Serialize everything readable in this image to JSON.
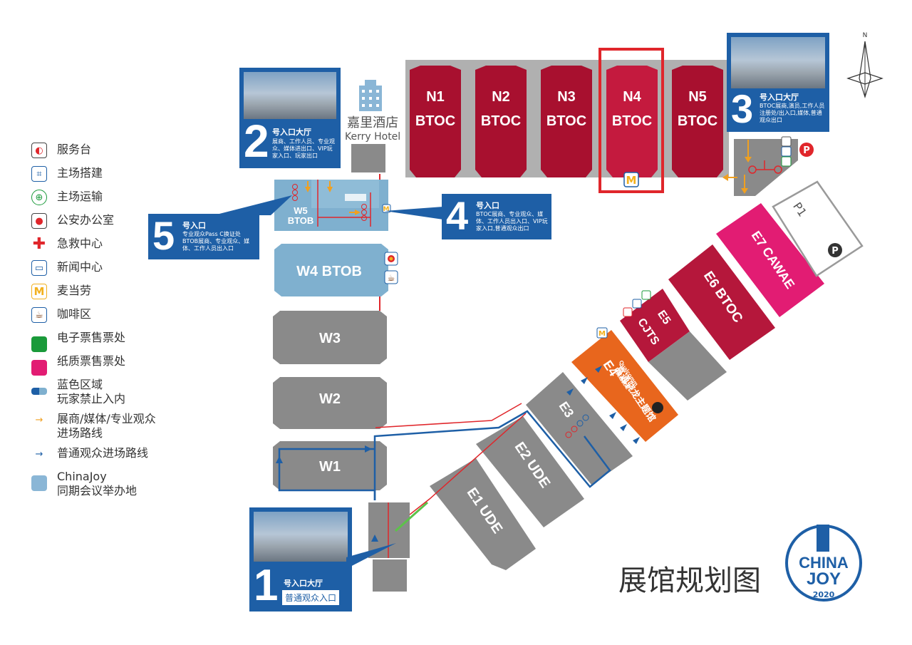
{
  "title": "展馆规划图",
  "compass": "N",
  "logo_text": {
    "top": "CHINA",
    "bottom": "JOY",
    "year": "2020"
  },
  "hotel": {
    "cn": "嘉里酒店",
    "en": "Kerry Hotel"
  },
  "halls": {
    "n1": {
      "name": "N1",
      "type": "BTOC"
    },
    "n2": {
      "name": "N2",
      "type": "BTOC"
    },
    "n3": {
      "name": "N3",
      "type": "BTOC"
    },
    "n4": {
      "name": "N4",
      "type": "BTOC"
    },
    "n5": {
      "name": "N5",
      "type": "BTOC"
    },
    "w5": {
      "name": "W5",
      "type": "BTOB"
    },
    "w4": "W4  BTOB",
    "w3": "W3",
    "w2": "W2",
    "w1": "W1",
    "e1": "E1 UDE",
    "e2": "E2 UDE",
    "e3": "E3",
    "e4": {
      "name": "E4",
      "sub": "高通骁龙主题馆",
      "brand": "Qualcomm",
      "brand_cn": "高通骁龙"
    },
    "e5": {
      "name": "E5",
      "type": "CJTS"
    },
    "e6": "E6 BTOC",
    "e7": "E7 CAWAE",
    "p1": "P1"
  },
  "parking_symbol": "P",
  "entrances": {
    "e1": {
      "num": "1",
      "head": "号入口大厅",
      "desc": "普通观众入口"
    },
    "e2": {
      "num": "2",
      "head": "号入口大厅",
      "desc": "展商、工作人员、专业观众、媒体进出口、VIP玩家入口、玩家出口"
    },
    "e3": {
      "num": "3",
      "head": "号入口大厅",
      "desc": "BTOC展商,演员,工作人员注册处/出入口,媒体,普通观众出口"
    },
    "e4": {
      "num": "4",
      "head": "号入口",
      "desc": "BTOC展商、专业观众、媒体、工作人员出入口、VIP玩家入口,普通观众出口"
    },
    "e5": {
      "num": "5",
      "head": "号入口",
      "desc": "专业观众Pass C换证处 BTOB展商、专业观众、媒体、工作人员出入口"
    }
  },
  "legend": [
    {
      "icon": "service-desk-icon",
      "label": "服务台"
    },
    {
      "icon": "construction-icon",
      "label": "主场搭建"
    },
    {
      "icon": "transport-icon",
      "label": "主场运输"
    },
    {
      "icon": "police-icon",
      "label": "公安办公室"
    },
    {
      "icon": "first-aid-icon",
      "label": "急救中心"
    },
    {
      "icon": "press-center-icon",
      "label": "新闻中心"
    },
    {
      "icon": "mcdonalds-icon",
      "label": "麦当劳"
    },
    {
      "icon": "coffee-icon",
      "label": "咖啡区"
    },
    {
      "icon": "green-bar-icon",
      "label": "电子票售票处"
    },
    {
      "icon": "pink-bar-icon",
      "label": "纸质票售票处"
    },
    {
      "icon": "blue-area-icon",
      "label": "蓝色区域",
      "label2": "玩家禁止入内"
    },
    {
      "icon": "orange-arrow-icon",
      "label": "展商/媒体/专业观众",
      "label2": "进场路线"
    },
    {
      "icon": "blue-arrow-icon",
      "label": "普通观众进场路线"
    },
    {
      "icon": "building-icon",
      "label": "ChinaJoy",
      "label2": "同期会议举办地"
    }
  ],
  "colors": {
    "hall_grey": "#8a8a8a",
    "north_red": "#a8102f",
    "w_blue": "#7fb0cf",
    "e4_orange": "#e8661d",
    "e5_red": "#b5173b",
    "e7_pink": "#e21c73",
    "entrance_blue": "#1e5fa6",
    "highlight": "#e0262b"
  }
}
